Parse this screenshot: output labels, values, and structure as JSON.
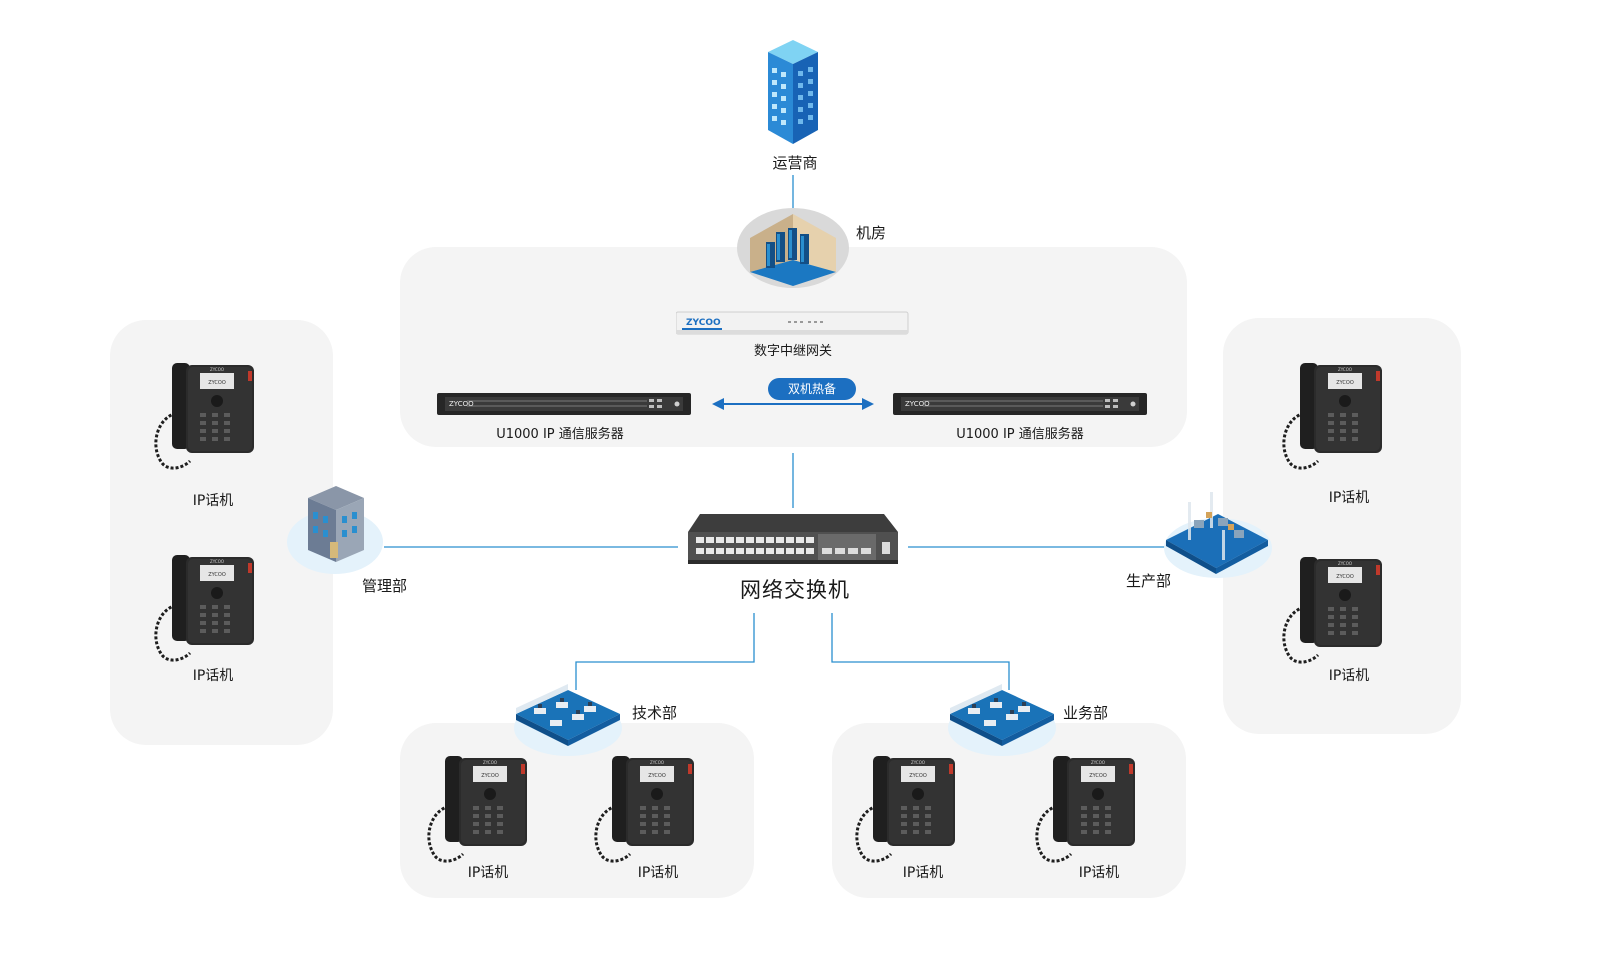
{
  "carrier": {
    "label": "运营商",
    "icon": "office-tower-icon"
  },
  "machine_room": {
    "label": "机房",
    "icon": "server-room-icon"
  },
  "gateway": {
    "label": "数字中继网关",
    "brand": "ZYCOO",
    "icon": "gateway-appliance-icon"
  },
  "hot_standby": {
    "label": "双机热备"
  },
  "servers": [
    {
      "label": "U1000 IP 通信服务器",
      "brand": "ZYCOO",
      "icon": "rack-server-icon"
    },
    {
      "label": "U1000 IP 通信服务器",
      "brand": "ZYCOO",
      "icon": "rack-server-icon"
    }
  ],
  "switch": {
    "label": "网络交换机",
    "icon": "network-switch-icon"
  },
  "departments": {
    "management": {
      "label": "管理部",
      "icon": "office-building-icon"
    },
    "production": {
      "label": "生产部",
      "icon": "production-floor-icon"
    },
    "technical": {
      "label": "技术部",
      "icon": "office-floor-icon"
    },
    "business": {
      "label": "业务部",
      "icon": "office-floor-icon"
    }
  },
  "phone_label": "IP话机",
  "phone_brand": "ZYCOO",
  "phone_screen_text": "ZYCOO",
  "colors": {
    "line": "#2a8fcf",
    "accent": "#1c6fc1",
    "panel": "#f4f4f4"
  }
}
